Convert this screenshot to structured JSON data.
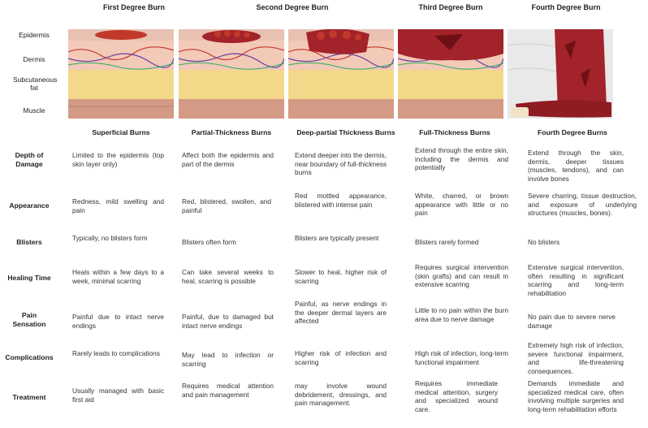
{
  "stage_headers": [
    "First Degree Burn",
    "Second Degree Burn",
    "Third Degree Burn",
    "Fourth Degree Burn"
  ],
  "layer_labels": [
    "Epidermis",
    "Dermis",
    "Subcutaneous fat",
    "Muscle"
  ],
  "columns": [
    "Superficial Burns",
    "Partial-Thickness Burns",
    "Deep-partial Thickness Burns",
    "Full-Thickness Burns",
    "Fourth Degree Burns"
  ],
  "rows": [
    {
      "label": "Depth of Damage",
      "cells": [
        "Limited to the epidermis (top skin layer only)",
        "Affect both the epidermis and part of the dermis",
        "Extend deeper into the dermis, near boundary of full-thickness burns",
        "Extend through the entire skin, including the dermis and potentially",
        "Extend through the skin, dermis, deeper tissues (muscles, tendons), and can involve bones"
      ]
    },
    {
      "label": "Appearance",
      "cells": [
        "Redness, mild swelling and pain",
        "Red, blistered, swollen, and painful",
        "Red mottled appearance, blistered with intense pain",
        "White, charred, or brown appearance with little or no pain",
        "Severe charring, tissue destruction, and exposure of underlying structures (muscles, bones)."
      ]
    },
    {
      "label": "Blisters",
      "cells": [
        "Typically, no blisters form",
        "Blisters often form",
        "Blisters are typically present",
        "Blisters rarely formed",
        "No blisters"
      ]
    },
    {
      "label": "Healing Time",
      "cells": [
        "Heals within a few days to a week, minimal scarring",
        "Can take several weeks to heal, scarring is possible",
        "Slower to heal, higher risk of scarring",
        "Requires surgical intervention (skin grafts) and can result in extensive scarring",
        "Extensive surgical intervention, often resulting in significant scarring and long-term rehabilitation"
      ]
    },
    {
      "label": "Pain Sensation",
      "cells": [
        "Painful due to intact nerve endings",
        "Painful, due to damaged but intact nerve endings",
        "Painful, as nerve endings in the deeper dermal layers are affected",
        "Little to no pain within the burn area due to nerve damage",
        "No pain due to severe nerve damage"
      ]
    },
    {
      "label": "Complications",
      "cells": [
        "Rarely leads to complications",
        "May lead to infection or scarring",
        "Higher risk of infection and scarring",
        "High risk of infection, long-term functional impairment",
        "Extremely high risk of infection, severe functional impairment, and life-threatening consequences."
      ]
    },
    {
      "label": "Treatment",
      "cells": [
        "Usually managed with basic first aid",
        "Requires medical attention and pain management",
        "may involve wound debridement, dressings, and pain management.",
        "Requires immediate medical attention, surgery and specialized wound care.",
        "Demands immediate and specialized medical care, often involving multiple surgeries and long-term rehabilitation efforts"
      ]
    }
  ],
  "colors": {
    "burn": "#a3232a",
    "dermis": "#f3c9b8",
    "fat": "#f4d88a",
    "muscle": "#d39a86",
    "epidermis": "#e8c1b2"
  }
}
